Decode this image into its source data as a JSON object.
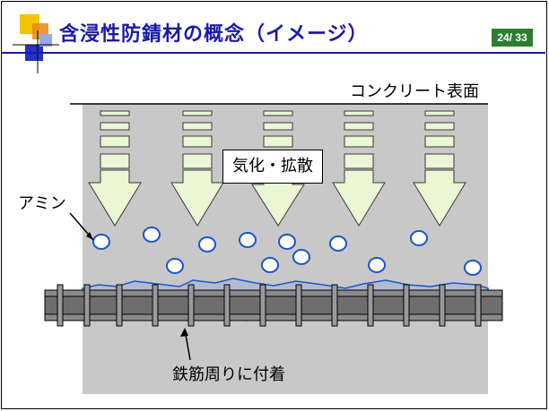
{
  "header": {
    "title": "含浸性防錆材の概念（イメージ）",
    "page_number": "24/ 33"
  },
  "diagram": {
    "surface_label": "コンクリート表面",
    "process_label": "気化・拡散",
    "amine_label": "アミン",
    "rebar_label": "鉄筋周りに付着"
  },
  "colors": {
    "concrete": "#c8c8c8",
    "arrow_fill": "#eaf6d4",
    "molecule": "#1a55c8",
    "rebar": "#6e6e6e",
    "title": "#1a1aa6",
    "badge": "#2e7d32"
  },
  "icons": [
    "logo-squares-icon"
  ]
}
